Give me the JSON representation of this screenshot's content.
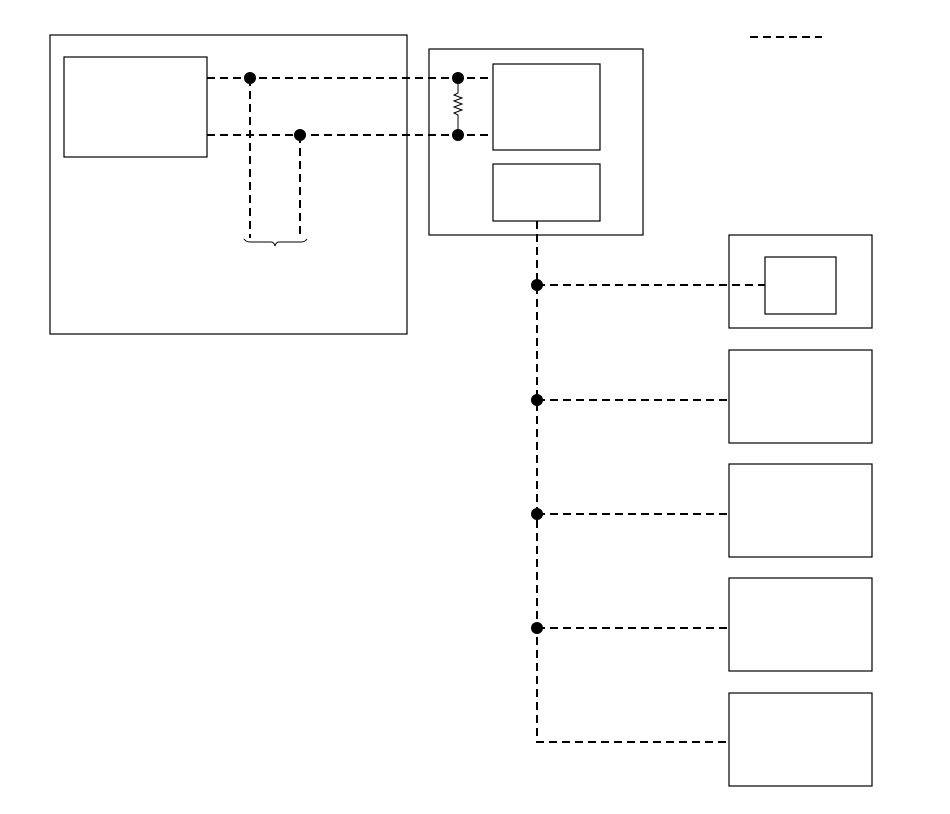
{
  "diagram": {
    "title": "",
    "labels": [],
    "legend": {
      "line_style": "dashed",
      "meaning": ""
    },
    "colors": {
      "stroke": "#000000",
      "background": "#ffffff",
      "node_fill": "#000000"
    },
    "blocks": [
      {
        "id": "outer-left-unit",
        "contains": [
          "left-inner-module"
        ]
      },
      {
        "id": "left-inner-module"
      },
      {
        "id": "center-unit",
        "contains": [
          "center-upper-module",
          "center-lower-module"
        ]
      },
      {
        "id": "center-upper-module"
      },
      {
        "id": "center-lower-module"
      },
      {
        "id": "right-unit-1",
        "contains": [
          "right-unit-1-inner"
        ]
      },
      {
        "id": "right-unit-1-inner"
      },
      {
        "id": "right-unit-2"
      },
      {
        "id": "right-unit-3"
      },
      {
        "id": "right-unit-4"
      },
      {
        "id": "right-unit-5"
      }
    ],
    "connections": [
      {
        "from": "left-inner-module",
        "to": "center-upper-module",
        "style": "dashed",
        "count": 2
      },
      {
        "from": "center-lower-module",
        "to": "right-unit-1-inner",
        "style": "dashed"
      },
      {
        "from": "center-lower-module",
        "to": "right-unit-2",
        "style": "dashed"
      },
      {
        "from": "center-lower-module",
        "to": "right-unit-3",
        "style": "dashed"
      },
      {
        "from": "center-lower-module",
        "to": "right-unit-4",
        "style": "dashed"
      },
      {
        "from": "center-lower-module",
        "to": "right-unit-5",
        "style": "dashed"
      }
    ],
    "components": [
      {
        "type": "resistor",
        "between": "center-unit-input-lines"
      },
      {
        "type": "brace",
        "groups": "two-vertical-tap-lines"
      }
    ]
  }
}
